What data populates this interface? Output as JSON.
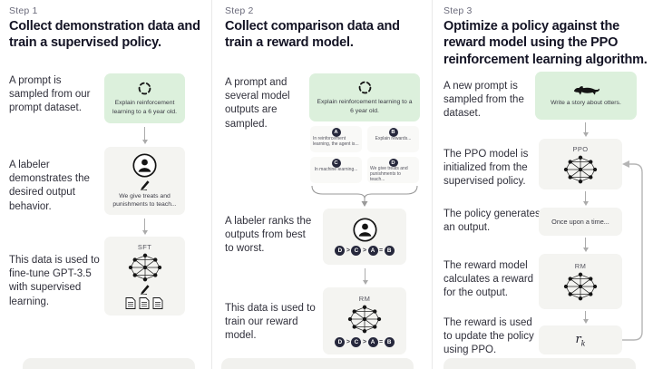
{
  "step1": {
    "label": "Step 1",
    "title": "Collect demonstration data and train a supervised policy.",
    "caption_prompt": "A prompt is sampled from our prompt dataset.",
    "caption_labeler": "A labeler demonstrates the desired output behavior.",
    "caption_finetune": "This data is used to fine-tune GPT-3.5 with supervised learning.",
    "prompt_text": "Explain reinforcement learning to a 6 year old.",
    "labeler_text": "We give treats and punishments to teach...",
    "model_label": "SFT"
  },
  "step2": {
    "label": "Step 2",
    "title": "Collect comparison data and train a reward model.",
    "caption_prompt": "A prompt and several model outputs are sampled.",
    "caption_rank": "A labeler ranks the outputs from best to worst.",
    "caption_train": "This data is used to train our reward model.",
    "prompt_text": "Explain reinforcement learning to a 6 year old.",
    "outputs": [
      {
        "letter": "A",
        "text": "In reinforcement learning, the agent is..."
      },
      {
        "letter": "B",
        "text": "Explain rewards..."
      },
      {
        "letter": "C",
        "text": "In machine learning..."
      },
      {
        "letter": "D",
        "text": "We give treats and punishments to teach..."
      }
    ],
    "ranking": [
      "D",
      ">",
      "C",
      ">",
      "A",
      "=",
      "B"
    ],
    "model_label": "RM"
  },
  "step3": {
    "label": "Step 3",
    "title": "Optimize a policy against the reward model using the PPO reinforcement learning algorithm.",
    "caption_prompt": "A new prompt is sampled from the dataset.",
    "caption_init": "The PPO model is initialized from the supervised policy.",
    "caption_output": "The policy generates an output.",
    "caption_reward": "The reward model calculates a reward for the output.",
    "caption_update": "The reward is used to update the policy using PPO.",
    "prompt_text": "Write a story about otters.",
    "ppo_label": "PPO",
    "output_text": "Once upon a time...",
    "rm_label": "RM",
    "reward_symbol": "r",
    "reward_symbol_sub": "k"
  },
  "icons": {
    "sample": "sample-refresh-icon",
    "otter": "otter-icon",
    "labeler": "person-in-circle-icon",
    "pencil": "pencil-icon",
    "network": "neural-network-icon",
    "documents": "documents-icon",
    "brace": "curly-brace-icon",
    "loop": "feedback-loop-arrow"
  },
  "colors": {
    "prompt_box_green": "#dcf0dc",
    "panel_gray": "#f4f4f1",
    "badge_dark": "#26283c",
    "arrow_gray": "#ababab",
    "divider": "#e9e9e9",
    "heading_text": "#131324",
    "step_label_text": "#6b6b7b"
  }
}
